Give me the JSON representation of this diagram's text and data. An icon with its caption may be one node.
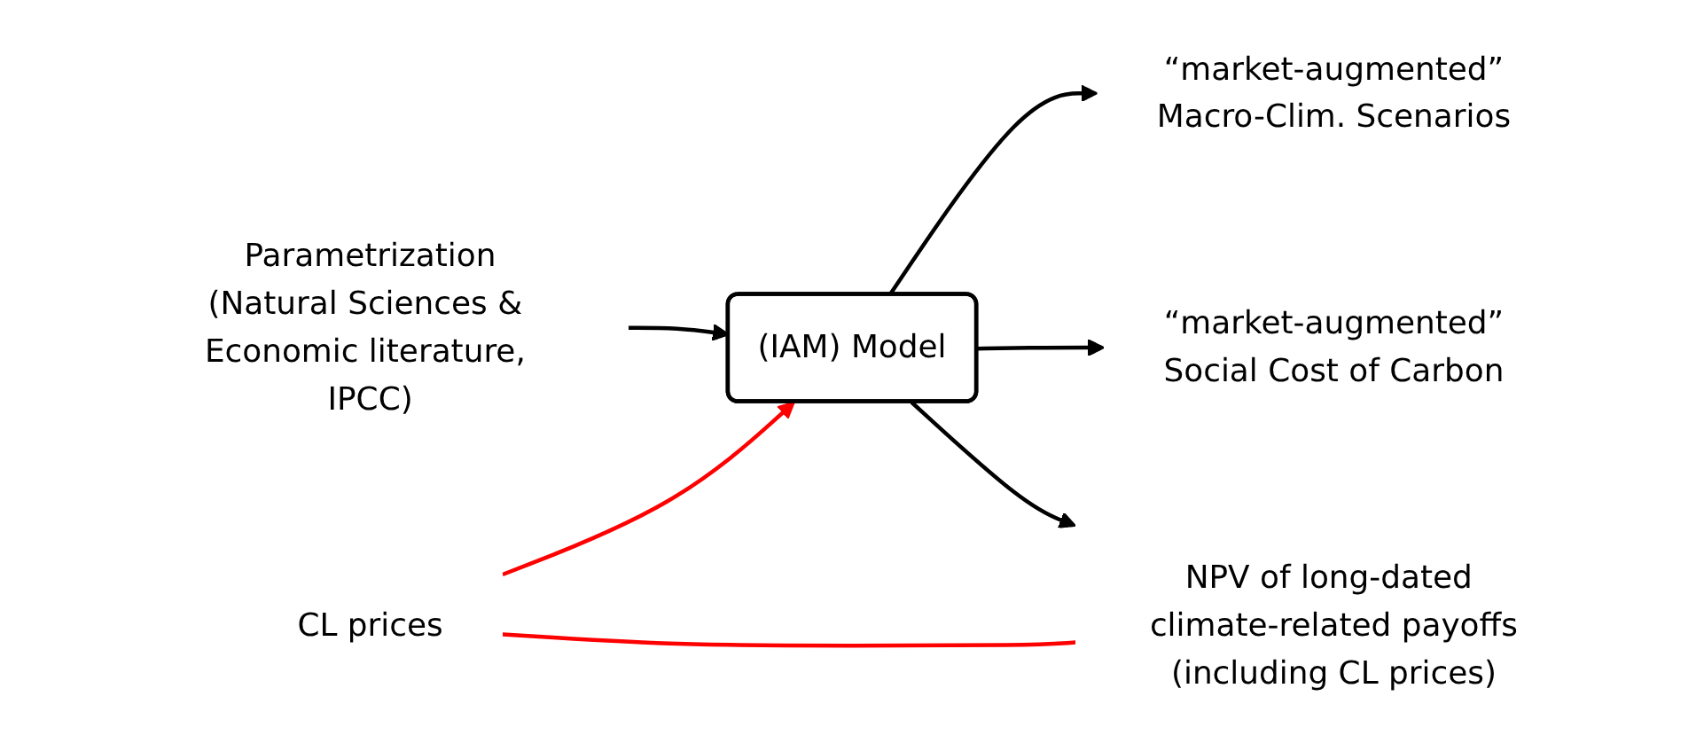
{
  "diagram": {
    "nodes": [
      {
        "text": [
          "Parametrization",
          "(Natural Sciences & Economic literature, IPCC)"
        ]
      },
      {
        "text": [
          "CL prices"
        ]
      },
      {
        "text": [
          "(IAM) Model"
        ]
      },
      {
        "text": [
          "“market-augmented”",
          "Macro-Clim. Scenarios"
        ]
      },
      {
        "text": [
          "“market-augmented”",
          "Social Cost of Carbon"
        ]
      },
      {
        "text": [
          "NPV of long-dated climate-related payoffs",
          "(including CL prices)"
        ]
      }
    ],
    "edges": [
      {
        "from": 0,
        "to": 2,
        "arrow": "to"
      },
      {
        "from": 1,
        "to": 2,
        "arrow": "to",
        "color": "#ff0000"
      },
      {
        "from": 2,
        "to": 3,
        "arrow": "to"
      },
      {
        "from": 2,
        "to": 4,
        "arrow": "to"
      },
      {
        "from": 2,
        "to": 5,
        "arrow": "to"
      },
      {
        "from": 1,
        "to": 5,
        "arrow": "none",
        "color": "#ff0000"
      }
    ]
  }
}
